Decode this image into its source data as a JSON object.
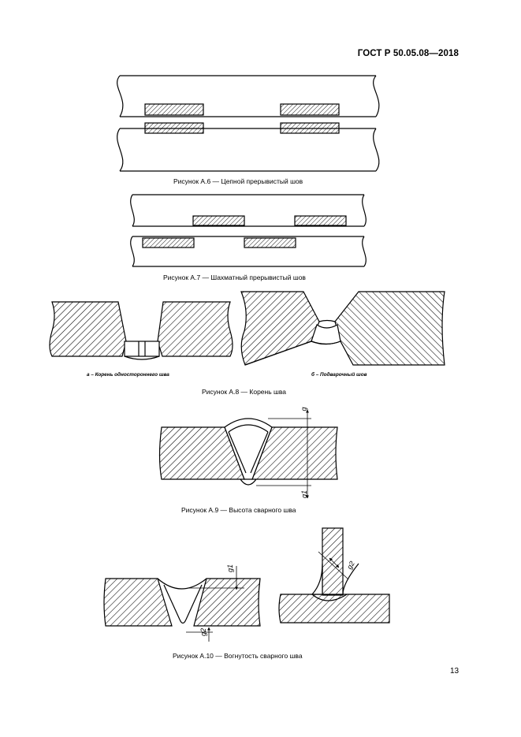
{
  "header": {
    "standard": "ГОСТ Р 50.05.08—2018"
  },
  "figures": {
    "a6": {
      "caption": "Рисунок А.6 — Цепной прерывистый шов"
    },
    "a7": {
      "caption": "Рисунок А.7 — Шахматный прерывистый шов"
    },
    "a8": {
      "caption": "Рисунок А.8 — Корень шва",
      "sub_a": "а – Корень одностороннего шва",
      "sub_b": "б – Подварочный шов"
    },
    "a9": {
      "caption": "Рисунок А.9 — Высота сварного шва",
      "dim_top": "g",
      "dim_bottom": "g1"
    },
    "a10": {
      "caption": "Рисунок А.10 — Вогнутость сварного шва",
      "dim_left_top": "g1",
      "dim_left_bottom": "g2",
      "dim_right": "g2"
    }
  },
  "page": {
    "number": "13"
  }
}
